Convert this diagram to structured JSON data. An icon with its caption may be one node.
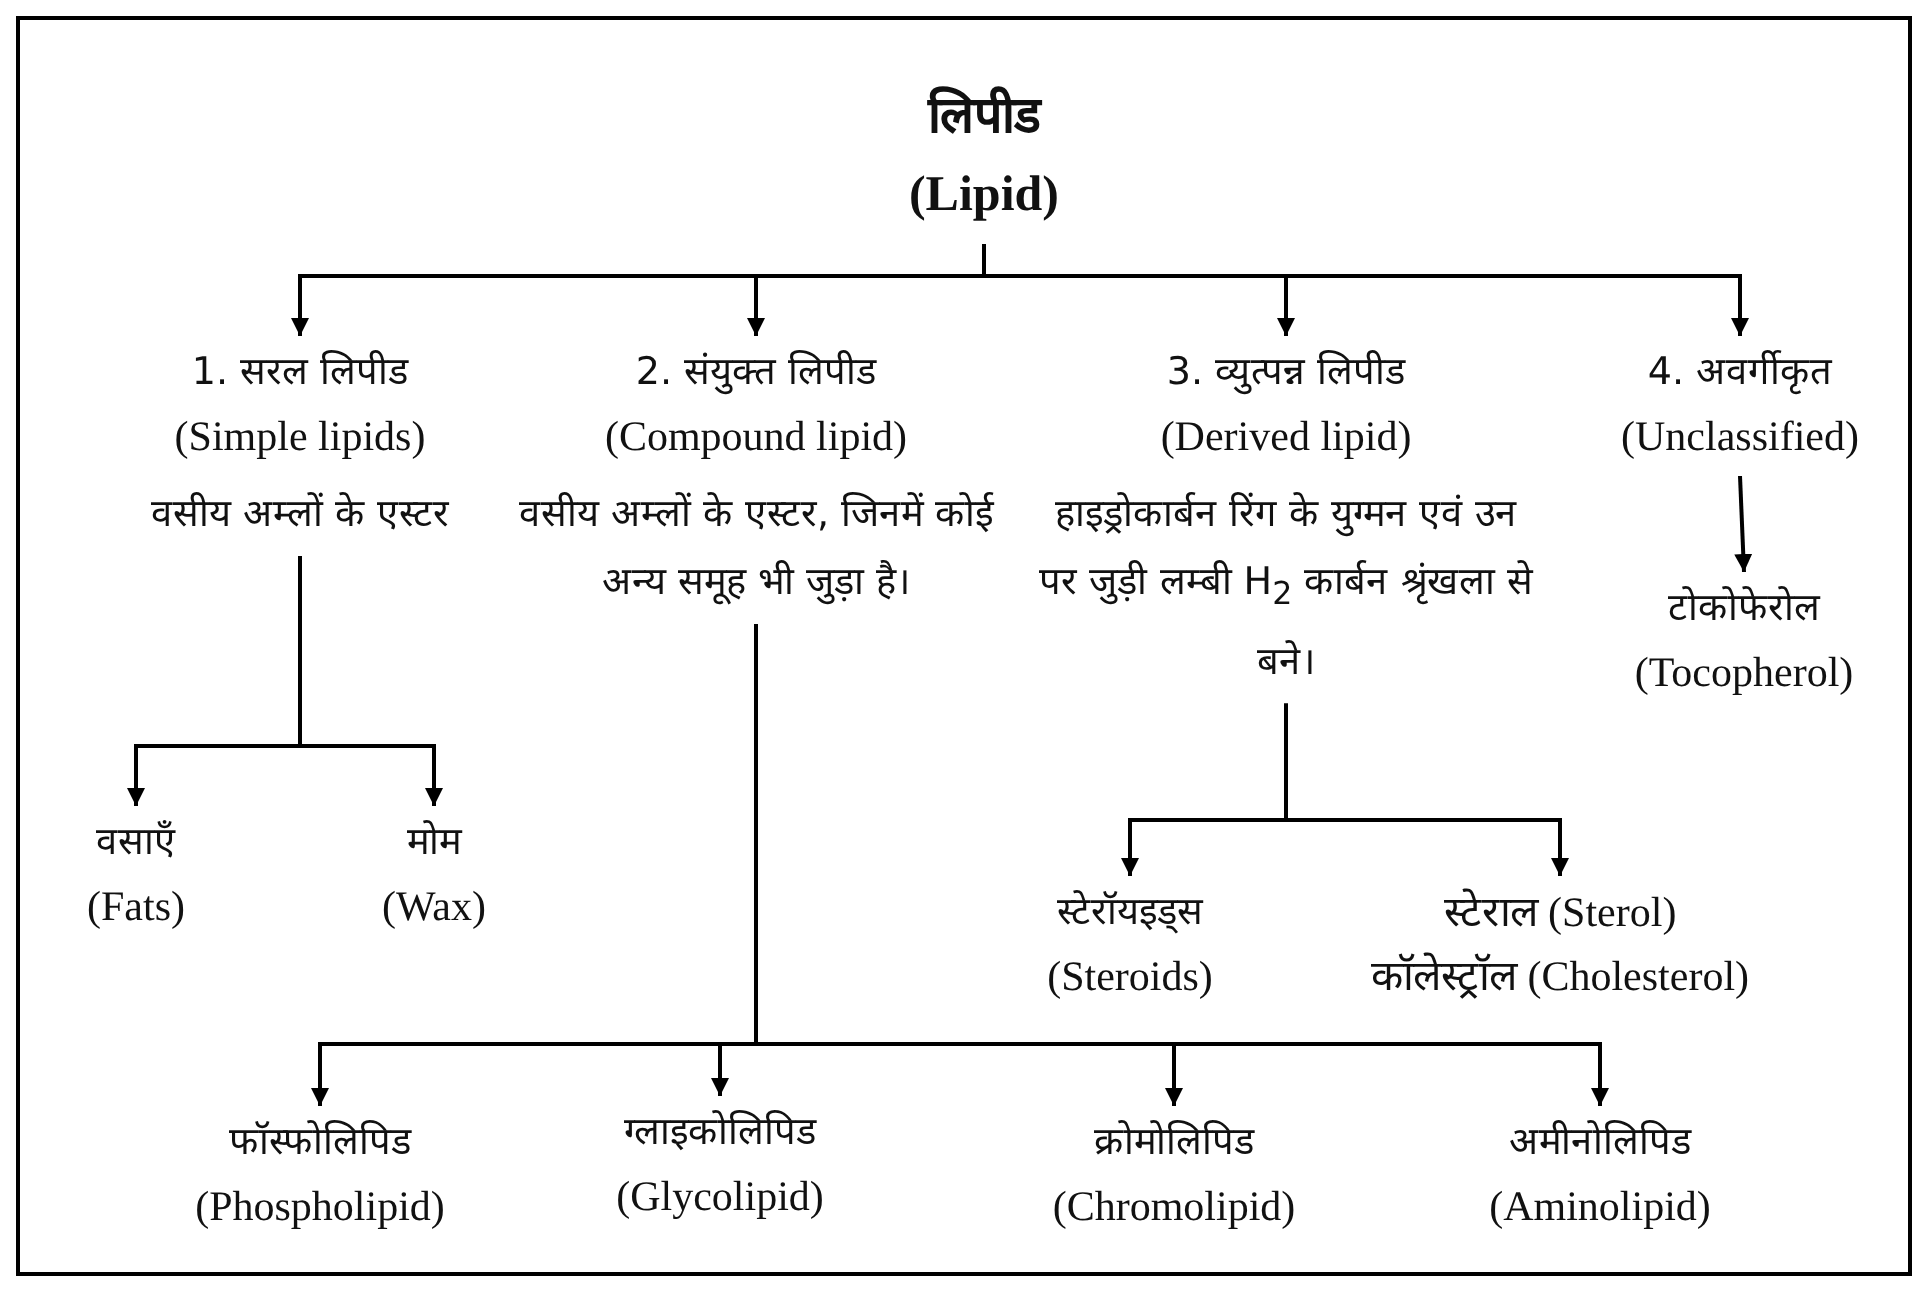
{
  "diagram": {
    "nodes": [
      {
        "text": [
          "लिपीड",
          "(Lipid)"
        ]
      },
      {
        "text": [
          "1. सरल लिपीड",
          "(Simple lipids)",
          "वसीय अम्लों के एस्टर"
        ]
      },
      {
        "text": [
          "2. संयुक्त लिपीड",
          "(Compound lipid)",
          "वसीय अम्लों के एस्टर, जिनमें कोई अन्य समूह भी जुड़ा है।"
        ]
      },
      {
        "text": [
          "3. व्युत्पन्न लिपीड",
          "(Derived lipid)",
          "हाइड्रोकार्बन रिंग के युग्मन एवं उन पर जुड़ी लम्बी H$_{2}$ कार्बन श्रृंखला से बने।"
        ]
      },
      {
        "text": [
          "4. अवर्गीकृत",
          "(Unclassified)"
        ]
      },
      {
        "text": [
          "टोकोफेरोल",
          "(Tocopherol)"
        ]
      },
      {
        "text": [
          "वसाएँ",
          "(Fats)"
        ]
      },
      {
        "text": [
          "मोम",
          "(Wax)"
        ]
      },
      {
        "text": [
          "स्टेरॉयइड्स",
          "(Steroids)"
        ]
      },
      {
        "text": [
          "स्टेराल (Sterol)",
          "कॉलेस्ट्रॉल (Cholesterol)"
        ]
      },
      {
        "text": [
          "फॉस्फोलिपिड",
          "(Phospholipid)"
        ]
      },
      {
        "text": [
          "ग्लाइकोलिपिड",
          "(Glycolipid)"
        ]
      },
      {
        "text": [
          "क्रोमोलिपिड",
          "(Chromolipid)"
        ]
      },
      {
        "text": [
          "अमीनोलिपिड",
          "(Aminolipid)"
        ]
      }
    ],
    "edges": [
      {
        "from": 0,
        "to": 1,
        "arrow": "to"
      },
      {
        "from": 0,
        "to": 2,
        "arrow": "to"
      },
      {
        "from": 0,
        "to": 3,
        "arrow": "to"
      },
      {
        "from": 0,
        "to": 4,
        "arrow": "to"
      },
      {
        "from": 4,
        "to": 5,
        "arrow": "to"
      },
      {
        "from": 1,
        "to": 6,
        "arrow": "to"
      },
      {
        "from": 1,
        "to": 7,
        "arrow": "to"
      },
      {
        "from": 3,
        "to": 8,
        "arrow": "to"
      },
      {
        "from": 3,
        "to": 9,
        "arrow": "to"
      },
      {
        "from": 2,
        "to": 10,
        "arrow": "to"
      },
      {
        "from": 2,
        "to": 11,
        "arrow": "to"
      },
      {
        "from": 2,
        "to": 12,
        "arrow": "to"
      },
      {
        "from": 2,
        "to": 13,
        "arrow": "to"
      }
    ]
  }
}
